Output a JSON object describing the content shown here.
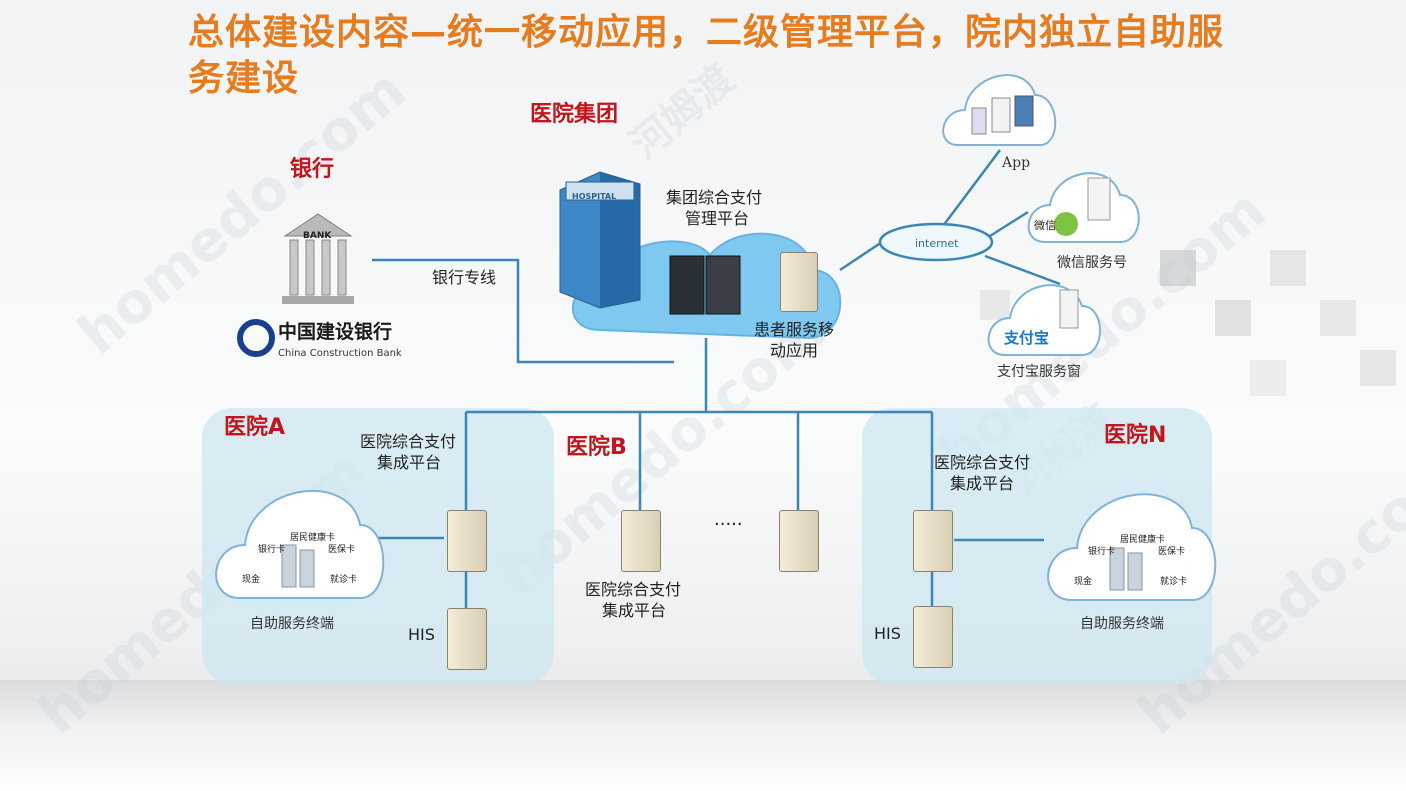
{
  "title": "总体建设内容—统一移动应用，二级管理平台，院内独立自助服务建设",
  "bank": {
    "label": "银行",
    "building_text": "BANK",
    "logo_cn": "中国建设银行",
    "logo_en": "China Construction Bank",
    "line_label": "银行专线"
  },
  "group": {
    "label": "医院集团",
    "platform_line1": "集团综合支付",
    "platform_line2": "管理平台",
    "building_sign": "HOSPITAL",
    "mobile_line1": "患者服务移",
    "mobile_line2": "动应用"
  },
  "internet": {
    "label": "internet",
    "app_label": "App",
    "wechat_label": "微信服务号",
    "wechat_icon_text": "微信",
    "alipay_label": "支付宝服务窗",
    "alipay_icon_text": "支付宝"
  },
  "hospitals": {
    "a": {
      "label": "医院A",
      "platform_line1": "医院综合支付",
      "platform_line2": "集成平台",
      "terminal_label": "自助服务终端",
      "his_label": "HIS"
    },
    "b": {
      "label": "医院B",
      "platform_line1": "医院综合支付",
      "platform_line2": "集成平台",
      "ellipsis": "....."
    },
    "n": {
      "label": "医院N",
      "platform_line1": "医院综合支付",
      "platform_line2": "集成平台",
      "terminal_label": "自助服务终端",
      "his_label": "HIS"
    }
  },
  "terminal_items": [
    "银行卡",
    "居民健康卡",
    "医保卡",
    "现金",
    "就诊卡"
  ],
  "watermarks": [
    "homedo.com",
    "河姆渡"
  ],
  "colors": {
    "title": "#e57c1f",
    "hospital_label": "#c0161c",
    "wire": "#3b86b6",
    "panel": "#cde7f0"
  }
}
